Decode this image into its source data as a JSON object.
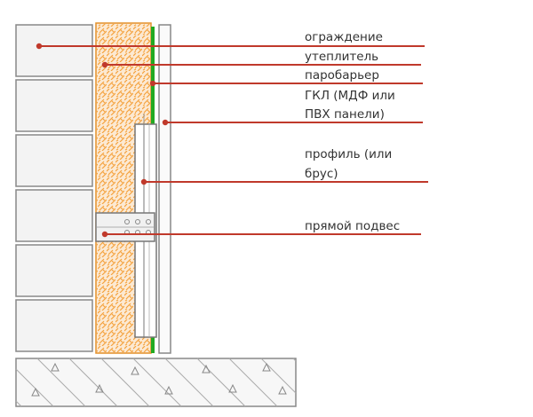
{
  "labels": [
    {
      "id": "enclosure",
      "lines": [
        "ограждение"
      ]
    },
    {
      "id": "insulation",
      "lines": [
        "утеплитель"
      ]
    },
    {
      "id": "vapor-barrier",
      "lines": [
        "паробарьер"
      ]
    },
    {
      "id": "drywall",
      "lines": [
        "ГКЛ (МДФ или",
        "ПВХ панели)"
      ]
    },
    {
      "id": "profile",
      "lines": [
        "профиль (или",
        "брус)"
      ]
    },
    {
      "id": "hanger",
      "lines": [
        "прямой подвес"
      ]
    }
  ],
  "colors": {
    "leader": "#c0392b",
    "insulation_fill": "#fce9d2",
    "insulation_hatch": "#f4a13c",
    "vapor_barrier": "#22aa22",
    "outline": "#888888",
    "brick": "#f3f3f3"
  }
}
